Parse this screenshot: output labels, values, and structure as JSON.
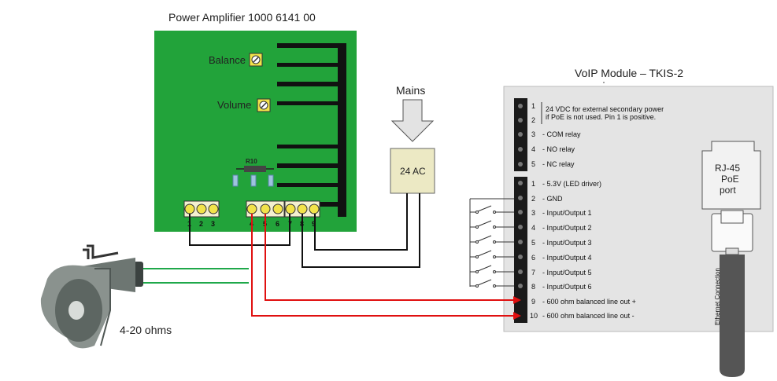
{
  "amplifier": {
    "title": "Power Amplifier 1000 6141 00",
    "balance_label": "Balance",
    "volume_label": "Volume",
    "resistor_label": "R10",
    "terminals": [
      "1",
      "2",
      "3",
      "4",
      "5",
      "6",
      "7",
      "8",
      "9"
    ]
  },
  "mains": {
    "label": "Mains",
    "transformer_label": "24 AC"
  },
  "speaker": {
    "impedance_label": "4-20 ohms"
  },
  "voip": {
    "title": "VoIP Module – TKIS-2",
    "top_block": [
      {
        "num": "1",
        "text": "24 VDC for external secondary power"
      },
      {
        "num": "2",
        "text": "if PoE is not used. Pin 1 is positive."
      },
      {
        "num": "3",
        "text": "- COM relay"
      },
      {
        "num": "4",
        "text": "- NO relay"
      },
      {
        "num": "5",
        "text": "- NC relay"
      }
    ],
    "bottom_block": [
      {
        "num": "1",
        "text": "- 5.3V (LED driver)"
      },
      {
        "num": "2",
        "text": "- GND"
      },
      {
        "num": "3",
        "text": "- Input/Output 1"
      },
      {
        "num": "4",
        "text": "- Input/Output 2"
      },
      {
        "num": "5",
        "text": "- Input/Output 3"
      },
      {
        "num": "6",
        "text": "- Input/Output 4"
      },
      {
        "num": "7",
        "text": "- Input/Output 5"
      },
      {
        "num": "8",
        "text": "- Input/Output 6"
      },
      {
        "num": "9",
        "text": "- 600 ohm balanced line out +"
      },
      {
        "num": "10",
        "text": "- 600 ohm balanced line out -"
      }
    ],
    "rj45": {
      "line1": "RJ-45",
      "line2": "PoE",
      "line3": "port"
    },
    "cable_label": "Ethernet Connection"
  },
  "colors": {
    "pcb_green": "#22a33a",
    "module_gray": "#e4e4e4",
    "wire_red": "#e01010",
    "wire_green": "#1fa84a",
    "wire_black": "#111111"
  }
}
